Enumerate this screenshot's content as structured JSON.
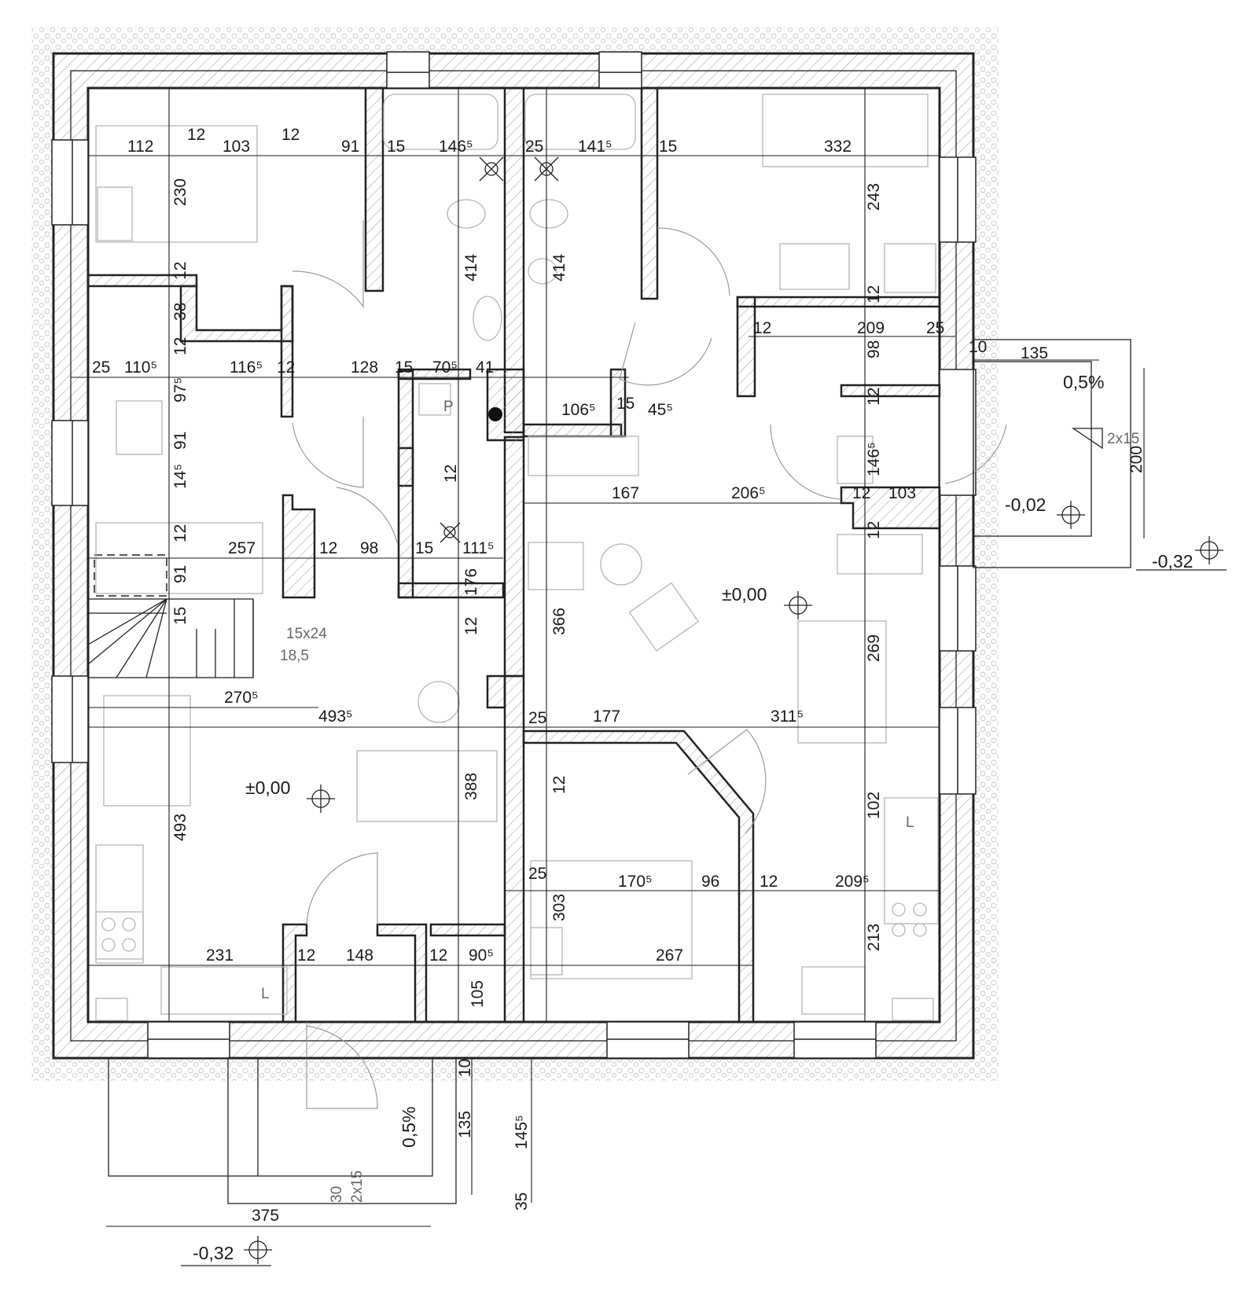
{
  "dims_top": [
    "112",
    "12",
    "103",
    "12",
    "91",
    "15",
    "146⁵",
    "25",
    "141⁵",
    "15",
    "332"
  ],
  "dims_row2": [
    "25",
    "110⁵",
    "116⁵",
    "12",
    "128",
    "15",
    "70⁵",
    "41",
    "106⁵",
    "15",
    "45⁵"
  ],
  "dims_right_room": [
    "12",
    "209",
    "25",
    "10",
    "135"
  ],
  "dims_mid": [
    "257",
    "12",
    "98",
    "15",
    "111⁵",
    "167",
    "206⁵",
    "12",
    "103"
  ],
  "dims_stair": [
    "270⁵",
    "493⁵",
    "25",
    "177",
    "311⁵"
  ],
  "dims_bottom_row": [
    "25",
    "170⁵",
    "96",
    "12",
    "209⁵"
  ],
  "dims_base": [
    "231",
    "12",
    "148",
    "12",
    "90⁵",
    "267"
  ],
  "dims_vertical": [
    "230",
    "12",
    "38",
    "12",
    "97⁵",
    "91",
    "14⁵",
    "12",
    "91",
    "15",
    "414",
    "414",
    "243",
    "12",
    "98",
    "12",
    "146⁵",
    "12",
    "12",
    "176",
    "12",
    "366",
    "269",
    "12",
    "102",
    "388",
    "493",
    "303",
    "213",
    "105",
    "200",
    "10",
    "135",
    "145⁵",
    "35",
    "30"
  ],
  "stair": {
    "size": "15x24",
    "rise": "18,5"
  },
  "step": "2x15",
  "slope": "0,5%",
  "levels": {
    "main": "±0,00",
    "terrace": "-0,02",
    "ground": "-0,32",
    "front_width": "375"
  },
  "markers": {
    "parking": "P",
    "fridge": "L"
  }
}
